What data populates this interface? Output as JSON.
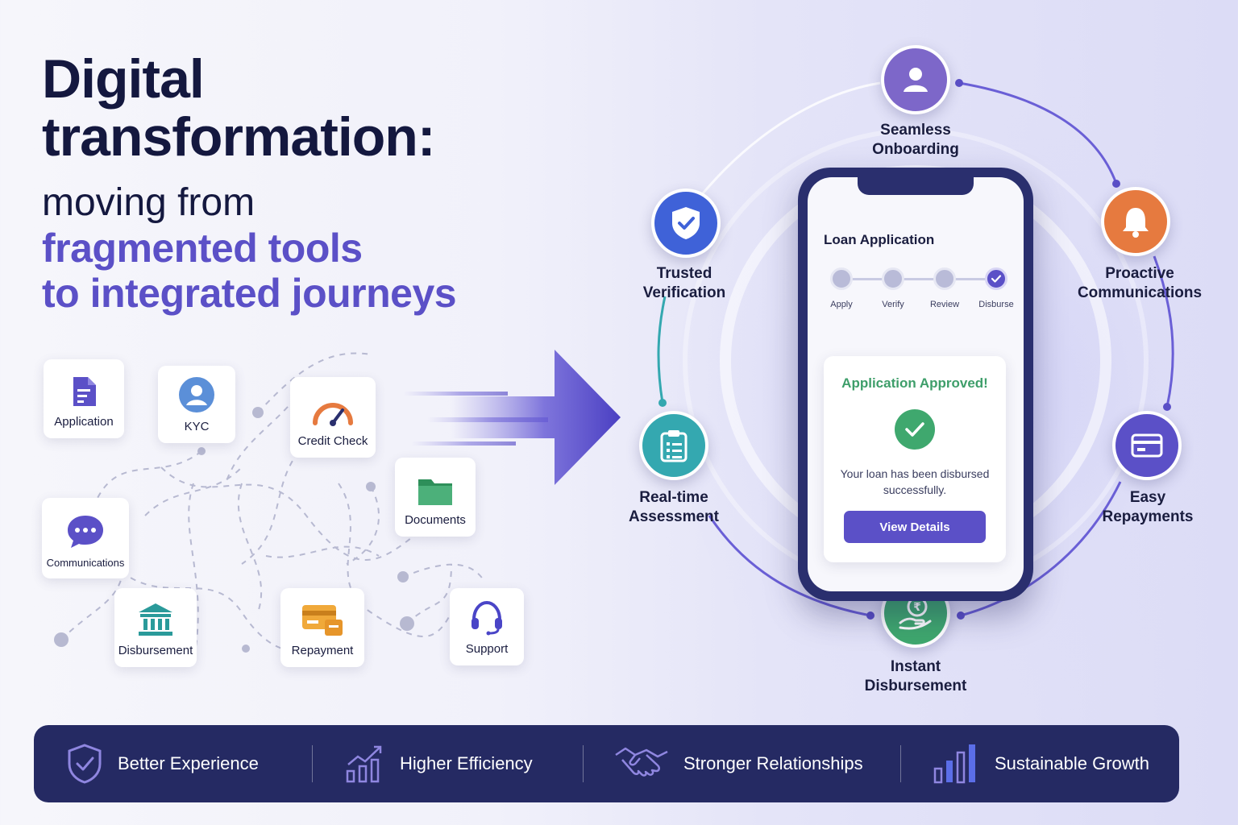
{
  "headline": {
    "line1": "Digital",
    "line2": "transformation:",
    "line3": "moving from",
    "line4": "fragmented tools",
    "line5": "to integrated journeys"
  },
  "tools": [
    {
      "label": "Application",
      "icon": "document-icon"
    },
    {
      "label": "KYC",
      "icon": "user-icon"
    },
    {
      "label": "Credit Check",
      "icon": "gauge-icon"
    },
    {
      "label": "Documents",
      "icon": "folder-icon"
    },
    {
      "label": "Communications",
      "icon": "chat-icon"
    },
    {
      "label": "Disbursement",
      "icon": "bank-icon"
    },
    {
      "label": "Repayment",
      "icon": "card-icon"
    },
    {
      "label": "Support",
      "icon": "headset-icon"
    }
  ],
  "journey": [
    {
      "label_1": "Seamless",
      "label_2": "Onboarding",
      "icon": "user-icon",
      "color": "#7d67c9"
    },
    {
      "label_1": "Proactive",
      "label_2": "Communications",
      "icon": "bell-icon",
      "color": "#e67a3f"
    },
    {
      "label_1": "Easy",
      "label_2": "Repayments",
      "icon": "card-icon",
      "color": "#5b50c7"
    },
    {
      "label_1": "Instant",
      "label_2": "Disbursement",
      "icon": "rupee-hand-icon",
      "color": "#3fa86e"
    },
    {
      "label_1": "Real-time",
      "label_2": "Assessment",
      "icon": "clipboard-icon",
      "color": "#34a8b0"
    },
    {
      "label_1": "Trusted",
      "label_2": "Verification",
      "icon": "shield-icon",
      "color": "#3f62d8"
    }
  ],
  "phone": {
    "title": "Loan Application",
    "steps": [
      "Apply",
      "Verify",
      "Review",
      "Disburse"
    ],
    "active_step": 3,
    "card_title": "Application Approved!",
    "card_message": "Your loan has been disbursed successfully.",
    "button_label": "View Details"
  },
  "benefits": [
    {
      "label": "Better Experience",
      "icon": "shield-check-icon"
    },
    {
      "label": "Higher Efficiency",
      "icon": "growth-chart-icon"
    },
    {
      "label": "Stronger Relationships",
      "icon": "handshake-icon"
    },
    {
      "label": "Sustainable Growth",
      "icon": "bar-chart-icon"
    }
  ],
  "colors": {
    "navy": "#14183f",
    "purple": "#5b50c7",
    "bar": "#252a63",
    "success": "#3fa86e"
  }
}
